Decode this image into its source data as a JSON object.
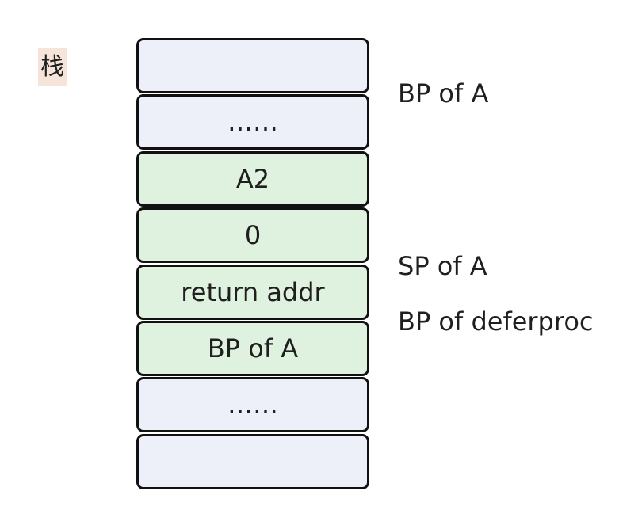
{
  "diagram": {
    "title": "栈",
    "cells": [
      {
        "text": "",
        "kind": "empty"
      },
      {
        "text": "……",
        "kind": "empty"
      },
      {
        "text": "A2",
        "kind": "frame"
      },
      {
        "text": "0",
        "kind": "frame"
      },
      {
        "text": "return addr",
        "kind": "frame"
      },
      {
        "text": "BP of A",
        "kind": "frame"
      },
      {
        "text": "……",
        "kind": "empty"
      },
      {
        "text": "",
        "kind": "empty"
      }
    ],
    "labels": [
      {
        "text": "BP of A"
      },
      {
        "text": "SP of A"
      },
      {
        "text": "BP of deferproc"
      }
    ],
    "colors": {
      "empty_fill": "#eef0f9",
      "frame_fill": "#dff1df",
      "border": "#111111",
      "title_bg": "#f6e4da"
    }
  }
}
